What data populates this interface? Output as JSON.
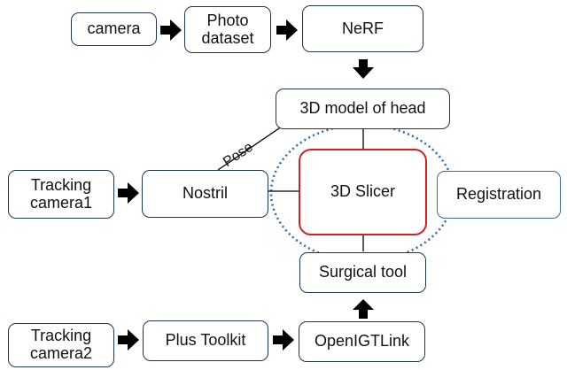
{
  "nodes": {
    "camera": "camera",
    "photo_dataset": "Photo\ndataset",
    "nerf": "NeRF",
    "model_head": "3D model of head",
    "tracking_camera1": "Tracking\ncamera1",
    "nostril": "Nostril",
    "slicer": "3D Slicer",
    "registration": "Registration",
    "surgical_tool": "Surgical tool",
    "tracking_camera2": "Tracking\ncamera2",
    "plus_toolkit": "Plus Toolkit",
    "openigtlink": "OpenIGTLink"
  },
  "edge_labels": {
    "pose": "Pose"
  },
  "colors": {
    "box_border": "#1f3557",
    "registration_border": "#3a6ea5",
    "slicer_border": "#d42020",
    "ellipse": "#2e6fa8",
    "arrow": "#000000"
  }
}
